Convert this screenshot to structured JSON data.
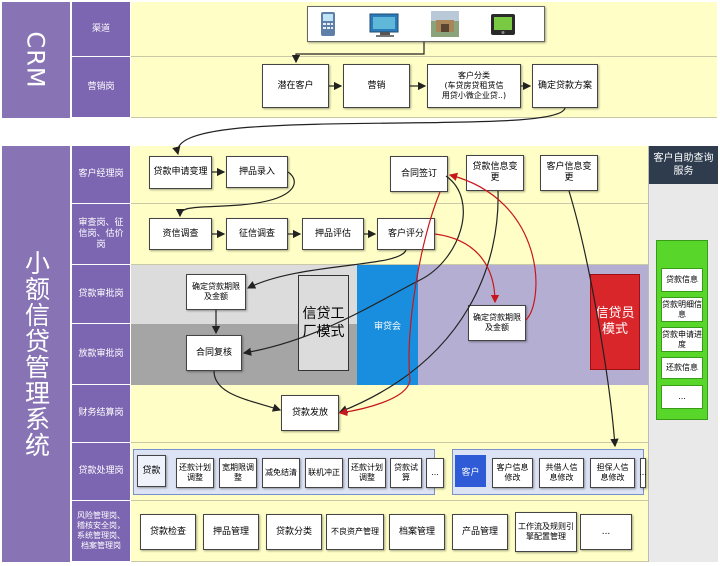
{
  "crm": {
    "title": "CRM",
    "lanes": {
      "channel": "渠道",
      "marketing": "营销岗"
    },
    "flow": [
      "潜在客户",
      "营销",
      "客户分类\n(车贷房贷租赁信\n用贷小微企业贷..)",
      "确定贷款方案"
    ]
  },
  "system": {
    "title": "小额信贷管理系统",
    "lanes": {
      "manager": "客户经理岗",
      "review": "审查岗、征信岗、估价岗",
      "approve": "贷款审批岗",
      "release": "放款审批岗",
      "finance": "财务结算岗",
      "processing": "贷款处理岗",
      "risk": "风险管理岗、稽核安全岗，系统管理岗、档案管理岗"
    },
    "manager_boxes": [
      "贷款申请变理",
      "押品录入",
      "合同签订",
      "贷款信息变更",
      "客户信息变更"
    ],
    "review_boxes": [
      "资信调查",
      "征信调查",
      "押品评估",
      "客户评分"
    ],
    "approve_boxes": [
      "确定贷款期限及金额",
      "确定贷款期限及金额"
    ],
    "factory_mode": "信贷工厂模式",
    "committee": "审贷会",
    "officer_mode": "信贷员模式",
    "release_box": "合同复核",
    "finance_box": "贷款发放",
    "processing": {
      "loan_label": "贷款",
      "loan_items": [
        "还款计划调整",
        "宽期限调整",
        "减免结清",
        "联机冲正",
        "还款计划调整",
        "贷款试算",
        "..."
      ],
      "customer_label": "客户",
      "customer_items": [
        "客户信息修改",
        "共借人信息修改",
        "担保人信息修改",
        "..."
      ]
    },
    "risk_items": [
      "贷款检查",
      "押品管理",
      "贷款分类",
      "不良资产管理",
      "档案管理",
      "产品管理",
      "工作流及规则引擎配置管理",
      "..."
    ]
  },
  "self_service": {
    "title": "客户自助查询服务",
    "items": [
      "贷款信息",
      "贷款明细信息",
      "贷款申请进度",
      "还款信息",
      "..."
    ]
  },
  "colors": {
    "lane_label": "#7c65b1",
    "lane_bg": "#fefec6",
    "committee": "#1a8ede",
    "officer": "#d9262b",
    "self_service": "#59d62a"
  },
  "icons": [
    "pos-terminal-icon",
    "computer-screen-icon",
    "branch-photo-icon",
    "mobile-device-icon"
  ]
}
